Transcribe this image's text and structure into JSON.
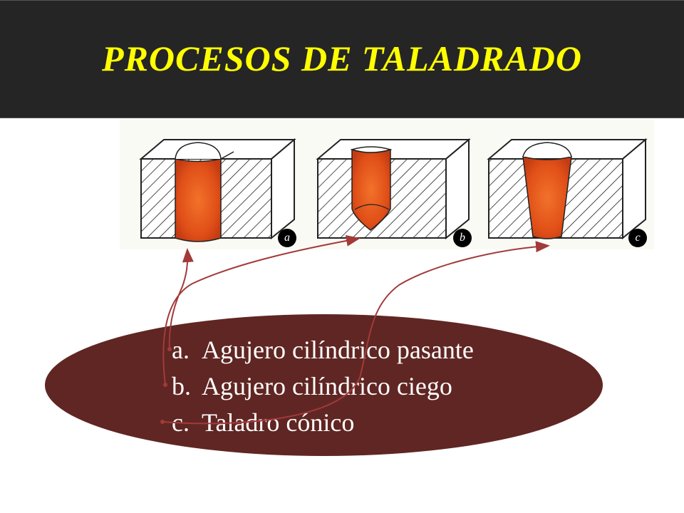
{
  "header": {
    "title": "PROCESOS DE TALADRADO"
  },
  "figure": {
    "caption": "",
    "panels": [
      {
        "label": "a",
        "icon": "through-hole-block-icon"
      },
      {
        "label": "b",
        "icon": "blind-hole-block-icon"
      },
      {
        "label": "c",
        "icon": "conical-hole-block-icon"
      }
    ]
  },
  "list": {
    "items": [
      {
        "letter": "a.",
        "text": "Agujero cilíndrico pasante"
      },
      {
        "letter": "b.",
        "text": "Agujero cilíndrico ciego"
      },
      {
        "letter": "c.",
        "text": "Taladro cónico"
      }
    ]
  },
  "colors": {
    "header_bg": "#252525",
    "title": "#ffff00",
    "ellipse": "#602623",
    "hole_fill": "#e8541c",
    "arrow": "#a23a3a"
  }
}
